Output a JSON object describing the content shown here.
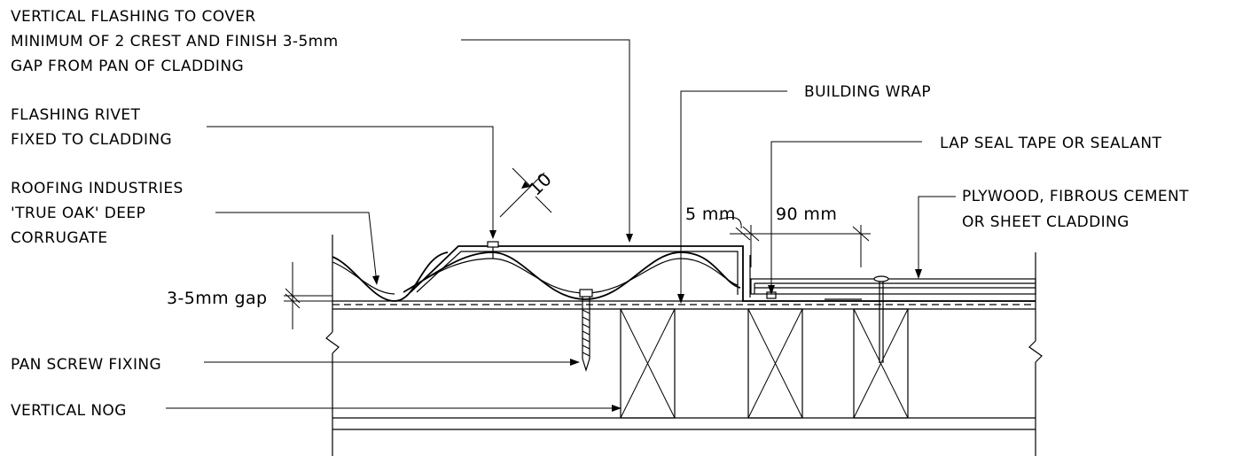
{
  "labels": {
    "vertical_flashing": [
      "VERTICAL FLASHING TO COVER",
      "MINIMUM OF 2 CREST AND FINISH 3-5mm",
      "GAP FROM PAN OF CLADDING"
    ],
    "flashing_rivet": [
      "FLASHING RIVET",
      "FIXED TO CLADDING"
    ],
    "roofing": [
      "ROOFING INDUSTRIES",
      "'TRUE OAK' DEEP",
      "CORRUGATE"
    ],
    "gap": "3-5mm gap",
    "pan_screw": "PAN SCREW FIXING",
    "vertical_nog": "VERTICAL NOG",
    "building_wrap": "BUILDING WRAP",
    "lap_seal": "LAP SEAL TAPE OR SEALANT",
    "plywood": [
      "PLYWOOD, FIBROUS CEMENT",
      "OR SHEET CLADDING"
    ],
    "dim_5": "5 mm",
    "dim_90": "90 mm",
    "dim_10": "10"
  }
}
